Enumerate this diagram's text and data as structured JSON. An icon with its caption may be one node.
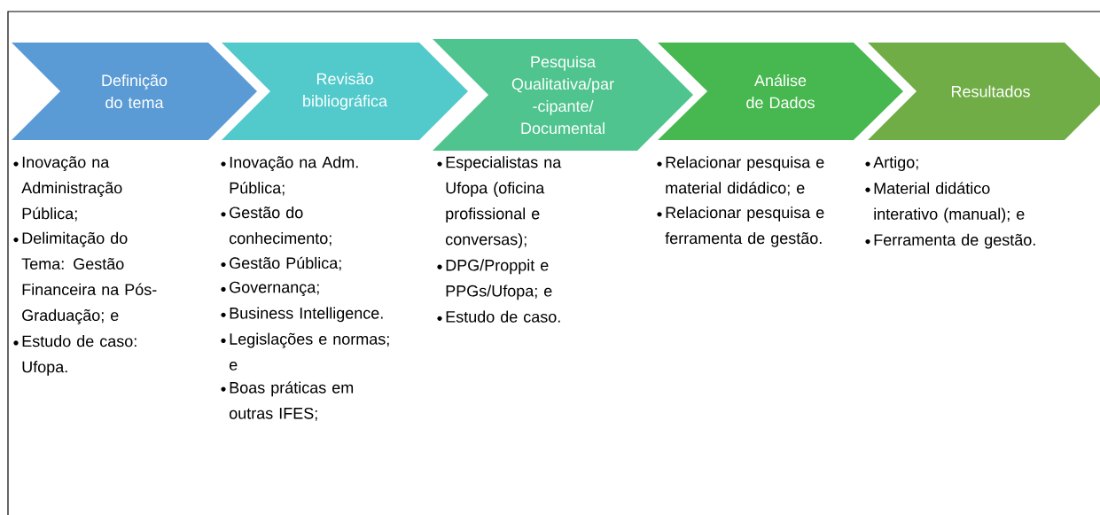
{
  "diagram": {
    "nodes": [
      {
        "text": [
          "Definição do tema"
        ],
        "beside": [
          "Inovação na Administração Pública;",
          "Delimitação do Tema: Gestão Financeira na Pós-Graduação; e",
          "Estudo de caso: Ufopa."
        ]
      },
      {
        "text": [
          "Revisão bibliográfica"
        ],
        "beside": [
          "Inovação na Adm. Pública;",
          "Gestão do conhecimento;",
          "Gestão Pública;",
          "Governança;",
          "Business Intelligence.",
          "Legislações e normas; e",
          "Boas práticas em outras IFES;"
        ]
      },
      {
        "text": [
          "Pesquisa Qualitativa/par -cipante/ Documental"
        ],
        "beside": [
          "Especialistas na Ufopa (oficina profissional e conversas);",
          "DPG/Proppit e PPGs/Ufopa; e",
          "Estudo de caso."
        ]
      },
      {
        "text": [
          "Análise de Dados"
        ],
        "beside": [
          "Relacionar pesquisa e material didádico; e",
          "Relacionar pesquisa e ferramenta de gestão."
        ]
      },
      {
        "text": [
          "Resultados"
        ],
        "beside": [
          "Artigo;",
          "Material didático interativo (manual); e",
          "Ferramenta de gestão."
        ]
      }
    ]
  }
}
